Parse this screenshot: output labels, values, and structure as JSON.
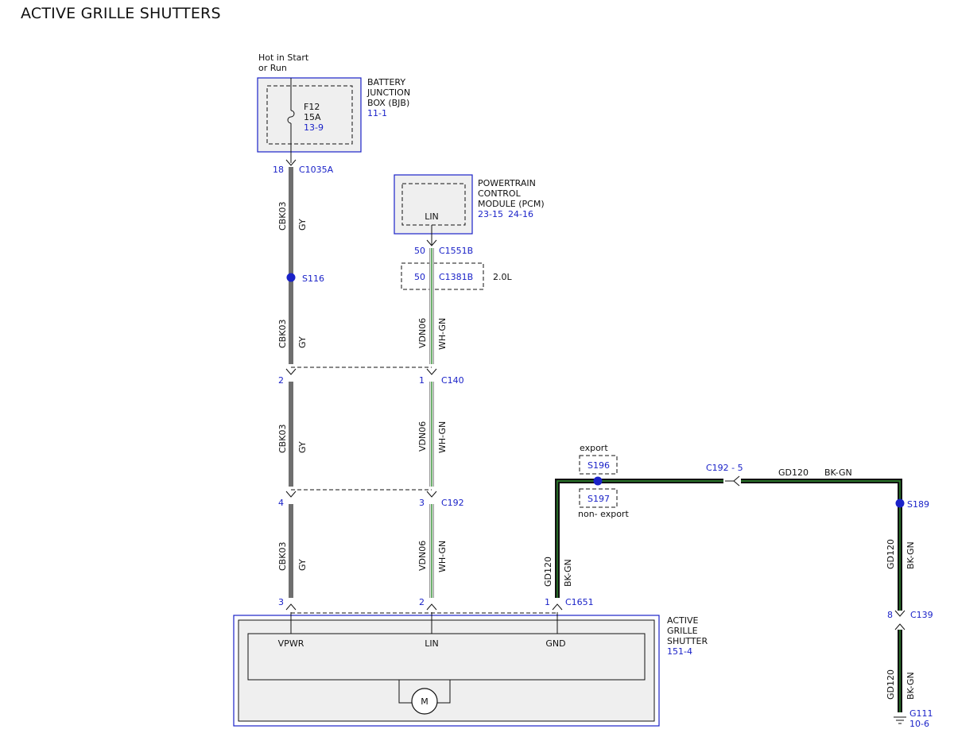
{
  "title": "ACTIVE GRILLE SHUTTERS",
  "power": {
    "line1": "Hot in Start",
    "line2": "or Run"
  },
  "bjb": {
    "name": [
      "BATTERY",
      "JUNCTION",
      "BOX (BJB)"
    ],
    "ref": "11-1",
    "fuse": "F12",
    "amps": "15A",
    "fuse_ref": "13-9",
    "pin": "18",
    "connector": "C1035A"
  },
  "pcm": {
    "name": [
      "POWERTRAIN",
      "CONTROL",
      "MODULE (PCM)"
    ],
    "ref1": "23-15",
    "ref2": "24-16",
    "pin_label": "LIN",
    "pin": "50",
    "connector": "C1551B",
    "alt_pin": "50",
    "alt_connector": "C1381B",
    "alt_note": "2.0L"
  },
  "splice_s116": "S116",
  "wires": {
    "gy_circuit": "CBK03",
    "gy_color": "GY",
    "lin_circuit": "VDN06",
    "lin_color": "WH-GN",
    "gnd_circuit": "GD120",
    "gnd_color": "BK-GN"
  },
  "c140": {
    "pin_a": "2",
    "pin_b": "1",
    "name": "C140"
  },
  "c192": {
    "pin_a": "4",
    "pin_b": "3",
    "name": "C192",
    "gnd_ref": "C192 - 5"
  },
  "c1651": {
    "pin_vpwr": "3",
    "pin_lin": "2",
    "pin_gnd": "1",
    "name": "C1651"
  },
  "splices": {
    "export_label": "export",
    "s196": "S196",
    "s197": "S197",
    "nonexport_label": "non- export",
    "s189": "S189"
  },
  "c139": {
    "pin": "8",
    "name": "C139"
  },
  "g111": {
    "name": "G111",
    "ref": "10-6"
  },
  "ags": {
    "name": [
      "ACTIVE",
      "GRILLE",
      "SHUTTER"
    ],
    "ref": "151-4",
    "pins": [
      "VPWR",
      "LIN",
      "GND"
    ],
    "motor": "M"
  },
  "colors": {
    "blue": "#1a22c8",
    "gray_wire": "#6f6f6f",
    "green_wire": "#2f8f2f",
    "dark_wire": "#1f3a1f"
  }
}
